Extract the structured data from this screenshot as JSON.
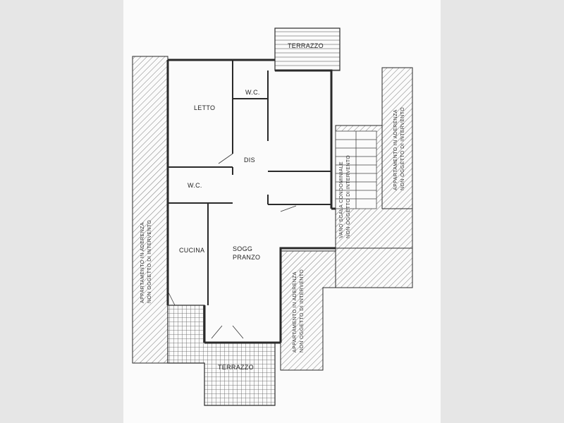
{
  "rooms": {
    "letto": "LETTO",
    "wc_top": "W.C.",
    "dis": "DIS",
    "wc_small": "W.C.",
    "cucina": "CUCINA",
    "soggiorno": "SOGG",
    "pranzo": "PRANZO",
    "terrazzo_top": "TERRAZZO",
    "terrazzo_bottom": "TERRAZZO"
  },
  "annotations": {
    "left_1": "APPARTAMENTO IN ADERENZA",
    "left_2": "NON OGGETTO DI INTERVENTO",
    "right_1": "APPARTAMENTO IN ADERENZA",
    "right_2": "NON OGGETTO DI INTERVENTO",
    "stair_1": "VANO SCALA CONDOMINIALE",
    "stair_2": "NON OGGETTO DI INTERVENTO",
    "bottom_1": "APPARTAMENTO IN ADERENZA",
    "bottom_2": "NON OGGETTO DI INTERVENTO"
  },
  "colors": {
    "ink": "#2a2a2a",
    "hatch": "#7a7a7a",
    "paper": "#fbfbfb",
    "margin": "#e6e6e6"
  }
}
